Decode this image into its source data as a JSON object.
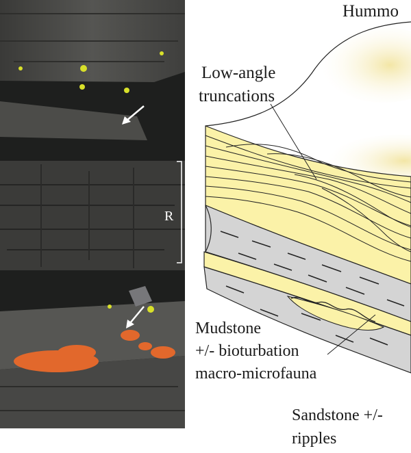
{
  "photo": {
    "scale_letter": "R",
    "colors": {
      "rock": "#4a4a48",
      "lichen_orange": "#e2682c",
      "lichen_yellow": "#d8e02a",
      "arrow": "#ffffff"
    }
  },
  "diagram": {
    "labels": {
      "title_fragment": "Hummo",
      "low_angle_line1": "Low-angle",
      "low_angle_line2": "truncations",
      "mudstone_line1": "Mudstone",
      "mudstone_line2": "+/- bioturbation",
      "mudstone_line3": "macro-microfauna",
      "sandstone_line1": "Sandstone +/-",
      "sandstone_line2": "ripples"
    },
    "colors": {
      "sandstone": "#fbf2a8",
      "mudstone": "#d4d4d4",
      "line": "#222222"
    }
  }
}
